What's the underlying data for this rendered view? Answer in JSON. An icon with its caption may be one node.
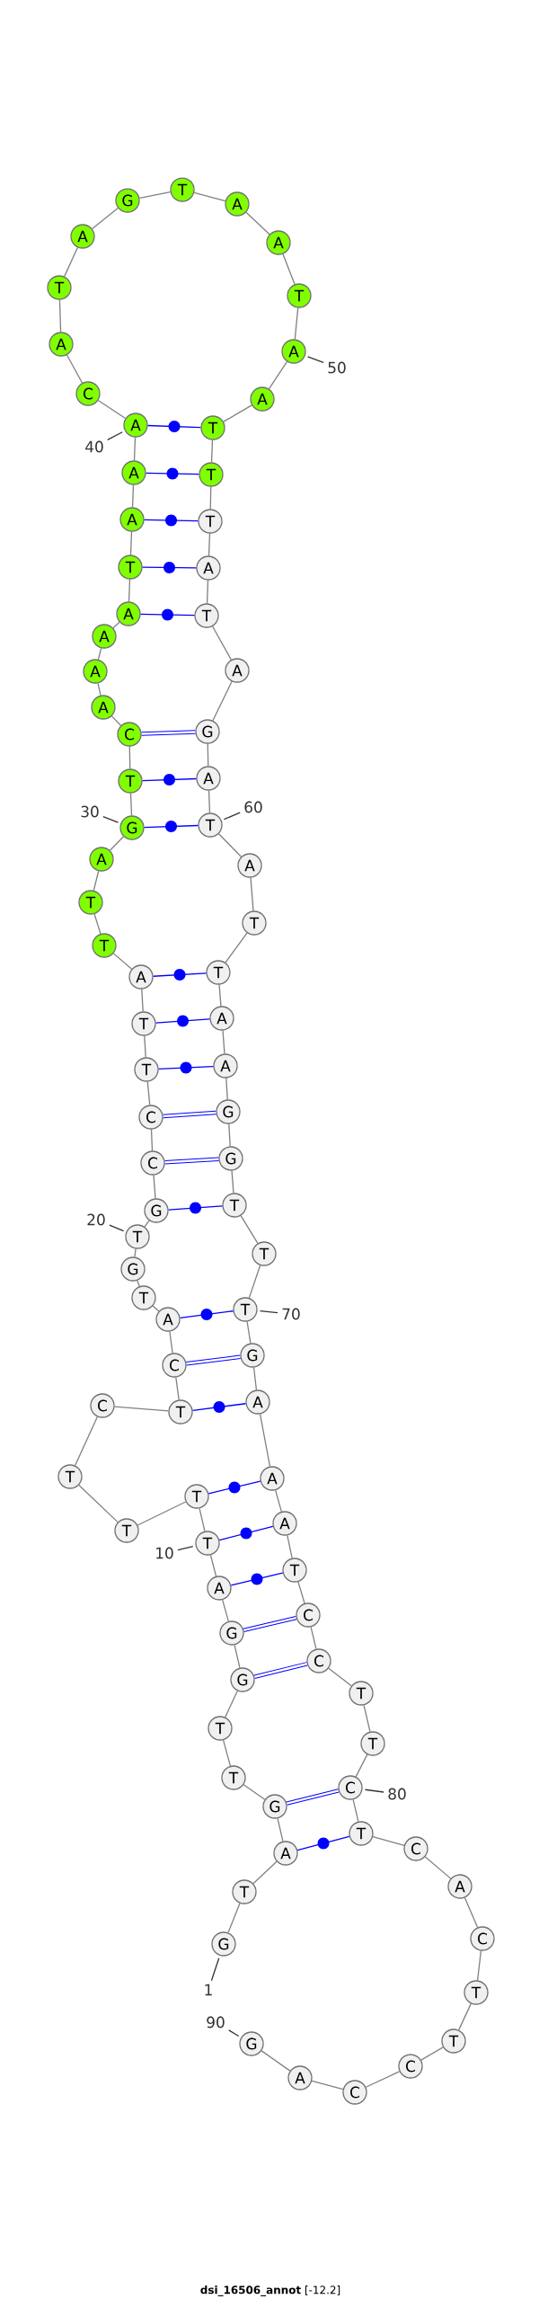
{
  "diagram": {
    "caption": "**dsi_16506_annot** [-12.2]",
    "nodes": [
      {
        "text": [
          "G"
        ]
      },
      {
        "text": [
          "T"
        ]
      },
      {
        "text": [
          "A"
        ]
      },
      {
        "text": [
          "G"
        ]
      },
      {
        "text": [
          "T"
        ]
      },
      {
        "text": [
          "T"
        ]
      },
      {
        "text": [
          "G"
        ]
      },
      {
        "text": [
          "G"
        ]
      },
      {
        "text": [
          "A"
        ]
      },
      {
        "text": [
          "T"
        ]
      },
      {
        "text": [
          "T"
        ]
      },
      {
        "text": [
          "T"
        ]
      },
      {
        "text": [
          "T"
        ]
      },
      {
        "text": [
          "C"
        ]
      },
      {
        "text": [
          "T"
        ]
      },
      {
        "text": [
          "C"
        ]
      },
      {
        "text": [
          "A"
        ]
      },
      {
        "text": [
          "T"
        ]
      },
      {
        "text": [
          "G"
        ]
      },
      {
        "text": [
          "T"
        ]
      },
      {
        "text": [
          "G"
        ]
      },
      {
        "text": [
          "C"
        ]
      },
      {
        "text": [
          "C"
        ]
      },
      {
        "text": [
          "T"
        ]
      },
      {
        "text": [
          "T"
        ]
      },
      {
        "text": [
          "A"
        ]
      },
      {
        "text": [
          "T"
        ]
      },
      {
        "text": [
          "T"
        ]
      },
      {
        "text": [
          "A"
        ]
      },
      {
        "text": [
          "G"
        ]
      },
      {
        "text": [
          "T"
        ]
      },
      {
        "text": [
          "C"
        ]
      },
      {
        "text": [
          "A"
        ]
      },
      {
        "text": [
          "A"
        ]
      },
      {
        "text": [
          "A"
        ]
      },
      {
        "text": [
          "A"
        ]
      },
      {
        "text": [
          "T"
        ]
      },
      {
        "text": [
          "A"
        ]
      },
      {
        "text": [
          "A"
        ]
      },
      {
        "text": [
          "A"
        ]
      },
      {
        "text": [
          "C"
        ]
      },
      {
        "text": [
          "A"
        ]
      },
      {
        "text": [
          "T"
        ]
      },
      {
        "text": [
          "A"
        ]
      },
      {
        "text": [
          "G"
        ]
      },
      {
        "text": [
          "T"
        ]
      },
      {
        "text": [
          "A"
        ]
      },
      {
        "text": [
          "A"
        ]
      },
      {
        "text": [
          "T"
        ]
      },
      {
        "text": [
          "A"
        ]
      },
      {
        "text": [
          "A"
        ]
      },
      {
        "text": [
          "T"
        ]
      },
      {
        "text": [
          "T"
        ]
      },
      {
        "text": [
          "T"
        ]
      },
      {
        "text": [
          "A"
        ]
      },
      {
        "text": [
          "T"
        ]
      },
      {
        "text": [
          "A"
        ]
      },
      {
        "text": [
          "G"
        ]
      },
      {
        "text": [
          "A"
        ]
      },
      {
        "text": [
          "T"
        ]
      },
      {
        "text": [
          "A"
        ]
      },
      {
        "text": [
          "T"
        ]
      },
      {
        "text": [
          "T"
        ]
      },
      {
        "text": [
          "A"
        ]
      },
      {
        "text": [
          "A"
        ]
      },
      {
        "text": [
          "G"
        ]
      },
      {
        "text": [
          "G"
        ]
      },
      {
        "text": [
          "T"
        ]
      },
      {
        "text": [
          "T"
        ]
      },
      {
        "text": [
          "T"
        ]
      },
      {
        "text": [
          "G"
        ]
      },
      {
        "text": [
          "A"
        ]
      },
      {
        "text": [
          "A"
        ]
      },
      {
        "text": [
          "A"
        ]
      },
      {
        "text": [
          "T"
        ]
      },
      {
        "text": [
          "C"
        ]
      },
      {
        "text": [
          "C"
        ]
      },
      {
        "text": [
          "T"
        ]
      },
      {
        "text": [
          "T"
        ]
      },
      {
        "text": [
          "C"
        ]
      },
      {
        "text": [
          "T"
        ]
      },
      {
        "text": [
          "C"
        ]
      },
      {
        "text": [
          "A"
        ]
      },
      {
        "text": [
          "C"
        ]
      },
      {
        "text": [
          "T"
        ]
      },
      {
        "text": [
          "T"
        ]
      },
      {
        "text": [
          "C"
        ]
      },
      {
        "text": [
          "C"
        ]
      },
      {
        "text": [
          "A"
        ]
      },
      {
        "text": [
          "G"
        ]
      },
      {
        "text": [
          "1"
        ]
      },
      {
        "text": [
          "10"
        ]
      },
      {
        "text": [
          "20"
        ]
      },
      {
        "text": [
          "30"
        ]
      },
      {
        "text": [
          "40"
        ]
      },
      {
        "text": [
          "50"
        ]
      },
      {
        "text": [
          "60"
        ]
      },
      {
        "text": [
          "70"
        ]
      },
      {
        "text": [
          "80"
        ]
      },
      {
        "text": [
          "90"
        ]
      }
    ],
    "edges": [
      {
        "from": 0,
        "to": 1,
        "arrow": "none"
      },
      {
        "from": 1,
        "to": 2,
        "arrow": "none"
      },
      {
        "from": 2,
        "to": 3,
        "arrow": "none"
      },
      {
        "from": 3,
        "to": 4,
        "arrow": "none"
      },
      {
        "from": 4,
        "to": 5,
        "arrow": "none"
      },
      {
        "from": 5,
        "to": 6,
        "arrow": "none"
      },
      {
        "from": 6,
        "to": 7,
        "arrow": "none"
      },
      {
        "from": 7,
        "to": 8,
        "arrow": "none"
      },
      {
        "from": 8,
        "to": 9,
        "arrow": "none"
      },
      {
        "from": 9,
        "to": 10,
        "arrow": "none"
      },
      {
        "from": 10,
        "to": 11,
        "arrow": "none"
      },
      {
        "from": 11,
        "to": 12,
        "arrow": "none"
      },
      {
        "from": 12,
        "to": 13,
        "arrow": "none"
      },
      {
        "from": 13,
        "to": 14,
        "arrow": "none"
      },
      {
        "from": 14,
        "to": 15,
        "arrow": "none"
      },
      {
        "from": 15,
        "to": 16,
        "arrow": "none"
      },
      {
        "from": 16,
        "to": 17,
        "arrow": "none"
      },
      {
        "from": 17,
        "to": 18,
        "arrow": "none"
      },
      {
        "from": 18,
        "to": 19,
        "arrow": "none"
      },
      {
        "from": 19,
        "to": 20,
        "arrow": "none"
      },
      {
        "from": 20,
        "to": 21,
        "arrow": "none"
      },
      {
        "from": 21,
        "to": 22,
        "arrow": "none"
      },
      {
        "from": 22,
        "to": 23,
        "arrow": "none"
      },
      {
        "from": 23,
        "to": 24,
        "arrow": "none"
      },
      {
        "from": 24,
        "to": 25,
        "arrow": "none"
      },
      {
        "from": 25,
        "to": 26,
        "arrow": "none"
      },
      {
        "from": 26,
        "to": 27,
        "arrow": "none"
      },
      {
        "from": 27,
        "to": 28,
        "arrow": "none"
      },
      {
        "from": 28,
        "to": 29,
        "arrow": "none"
      },
      {
        "from": 29,
        "to": 30,
        "arrow": "none"
      },
      {
        "from": 30,
        "to": 31,
        "arrow": "none"
      },
      {
        "from": 31,
        "to": 32,
        "arrow": "none"
      },
      {
        "from": 32,
        "to": 33,
        "arrow": "none"
      },
      {
        "from": 33,
        "to": 34,
        "arrow": "none"
      },
      {
        "from": 34,
        "to": 35,
        "arrow": "none"
      },
      {
        "from": 35,
        "to": 36,
        "arrow": "none"
      },
      {
        "from": 36,
        "to": 37,
        "arrow": "none"
      },
      {
        "from": 37,
        "to": 38,
        "arrow": "none"
      },
      {
        "from": 38,
        "to": 39,
        "arrow": "none"
      },
      {
        "from": 39,
        "to": 40,
        "arrow": "none"
      },
      {
        "from": 40,
        "to": 41,
        "arrow": "none"
      },
      {
        "from": 41,
        "to": 42,
        "arrow": "none"
      },
      {
        "from": 42,
        "to": 43,
        "arrow": "none"
      },
      {
        "from": 43,
        "to": 44,
        "arrow": "none"
      },
      {
        "from": 44,
        "to": 45,
        "arrow": "none"
      },
      {
        "from": 45,
        "to": 46,
        "arrow": "none"
      },
      {
        "from": 46,
        "to": 47,
        "arrow": "none"
      },
      {
        "from": 47,
        "to": 48,
        "arrow": "none"
      },
      {
        "from": 48,
        "to": 49,
        "arrow": "none"
      },
      {
        "from": 49,
        "to": 50,
        "arrow": "none"
      },
      {
        "from": 50,
        "to": 51,
        "arrow": "none"
      },
      {
        "from": 51,
        "to": 52,
        "arrow": "none"
      },
      {
        "from": 52,
        "to": 53,
        "arrow": "none"
      },
      {
        "from": 53,
        "to": 54,
        "arrow": "none"
      },
      {
        "from": 54,
        "to": 55,
        "arrow": "none"
      },
      {
        "from": 55,
        "to": 56,
        "arrow": "none"
      },
      {
        "from": 56,
        "to": 57,
        "arrow": "none"
      },
      {
        "from": 57,
        "to": 58,
        "arrow": "none"
      },
      {
        "from": 58,
        "to": 59,
        "arrow": "none"
      },
      {
        "from": 59,
        "to": 60,
        "arrow": "none"
      },
      {
        "from": 60,
        "to": 61,
        "arrow": "none"
      },
      {
        "from": 61,
        "to": 62,
        "arrow": "none"
      },
      {
        "from": 62,
        "to": 63,
        "arrow": "none"
      },
      {
        "from": 63,
        "to": 64,
        "arrow": "none"
      },
      {
        "from": 64,
        "to": 65,
        "arrow": "none"
      },
      {
        "from": 65,
        "to": 66,
        "arrow": "none"
      },
      {
        "from": 66,
        "to": 67,
        "arrow": "none"
      },
      {
        "from": 67,
        "to": 68,
        "arrow": "none"
      },
      {
        "from": 68,
        "to": 69,
        "arrow": "none"
      },
      {
        "from": 69,
        "to": 70,
        "arrow": "none"
      },
      {
        "from": 70,
        "to": 71,
        "arrow": "none"
      },
      {
        "from": 71,
        "to": 72,
        "arrow": "none"
      },
      {
        "from": 72,
        "to": 73,
        "arrow": "none"
      },
      {
        "from": 73,
        "to": 74,
        "arrow": "none"
      },
      {
        "from": 74,
        "to": 75,
        "arrow": "none"
      },
      {
        "from": 75,
        "to": 76,
        "arrow": "none"
      },
      {
        "from": 76,
        "to": 77,
        "arrow": "none"
      },
      {
        "from": 77,
        "to": 78,
        "arrow": "none"
      },
      {
        "from": 78,
        "to": 79,
        "arrow": "none"
      },
      {
        "from": 79,
        "to": 80,
        "arrow": "none"
      },
      {
        "from": 80,
        "to": 81,
        "arrow": "none"
      },
      {
        "from": 81,
        "to": 82,
        "arrow": "none"
      },
      {
        "from": 82,
        "to": 83,
        "arrow": "none"
      },
      {
        "from": 83,
        "to": 84,
        "arrow": "none"
      },
      {
        "from": 84,
        "to": 85,
        "arrow": "none"
      },
      {
        "from": 85,
        "to": 86,
        "arrow": "none"
      },
      {
        "from": 86,
        "to": 87,
        "arrow": "none"
      },
      {
        "from": 87,
        "to": 88,
        "arrow": "none"
      },
      {
        "from": 88,
        "to": 89,
        "arrow": "none"
      },
      {
        "from": 2,
        "to": 80,
        "arrow": "none",
        "color": "#0000ff"
      },
      {
        "from": 3,
        "to": 79,
        "arrow": "none",
        "color": "#0000ff"
      },
      {
        "from": 6,
        "to": 76,
        "arrow": "none",
        "color": "#0000ff"
      },
      {
        "from": 7,
        "to": 75,
        "arrow": "none",
        "color": "#0000ff"
      },
      {
        "from": 8,
        "to": 74,
        "arrow": "none",
        "color": "#0000ff"
      },
      {
        "from": 9,
        "to": 73,
        "arrow": "none",
        "color": "#0000ff"
      },
      {
        "from": 10,
        "to": 72,
        "arrow": "none",
        "color": "#0000ff"
      },
      {
        "from": 14,
        "to": 71,
        "arrow": "none",
        "color": "#0000ff"
      },
      {
        "from": 15,
        "to": 70,
        "arrow": "none",
        "color": "#0000ff"
      },
      {
        "from": 16,
        "to": 69,
        "arrow": "none",
        "color": "#0000ff"
      },
      {
        "from": 20,
        "to": 67,
        "arrow": "none",
        "color": "#0000ff"
      },
      {
        "from": 21,
        "to": 66,
        "arrow": "none",
        "color": "#0000ff"
      },
      {
        "from": 22,
        "to": 65,
        "arrow": "none",
        "color": "#0000ff"
      },
      {
        "from": 23,
        "to": 64,
        "arrow": "none",
        "color": "#0000ff"
      },
      {
        "from": 24,
        "to": 63,
        "arrow": "none",
        "color": "#0000ff"
      },
      {
        "from": 25,
        "to": 62,
        "arrow": "none",
        "color": "#0000ff"
      },
      {
        "from": 29,
        "to": 59,
        "arrow": "none",
        "color": "#0000ff"
      },
      {
        "from": 30,
        "to": 58,
        "arrow": "none",
        "color": "#0000ff"
      },
      {
        "from": 31,
        "to": 57,
        "arrow": "none",
        "color": "#0000ff"
      },
      {
        "from": 35,
        "to": 55,
        "arrow": "none",
        "color": "#0000ff"
      },
      {
        "from": 36,
        "to": 54,
        "arrow": "none",
        "color": "#0000ff"
      },
      {
        "from": 37,
        "to": 53,
        "arrow": "none",
        "color": "#0000ff"
      },
      {
        "from": 38,
        "to": 52,
        "arrow": "none",
        "color": "#0000ff"
      },
      {
        "from": 39,
        "to": 51,
        "arrow": "none",
        "color": "#0000ff"
      },
      {
        "from": 90,
        "to": 0,
        "arrow": "none",
        "color": "#333333"
      },
      {
        "from": 91,
        "to": 9,
        "arrow": "none",
        "color": "#333333"
      },
      {
        "from": 92,
        "to": 19,
        "arrow": "none",
        "color": "#333333"
      },
      {
        "from": 93,
        "to": 29,
        "arrow": "none",
        "color": "#333333"
      },
      {
        "from": 94,
        "to": 39,
        "arrow": "none",
        "color": "#333333"
      },
      {
        "from": 95,
        "to": 49,
        "arrow": "none",
        "color": "#333333"
      },
      {
        "from": 96,
        "to": 59,
        "arrow": "none",
        "color": "#333333"
      },
      {
        "from": 97,
        "to": 69,
        "arrow": "none",
        "color": "#333333"
      },
      {
        "from": 98,
        "to": 79,
        "arrow": "none",
        "color": "#333333"
      },
      {
        "from": 99,
        "to": 89,
        "arrow": "none",
        "color": "#333333"
      }
    ]
  }
}
